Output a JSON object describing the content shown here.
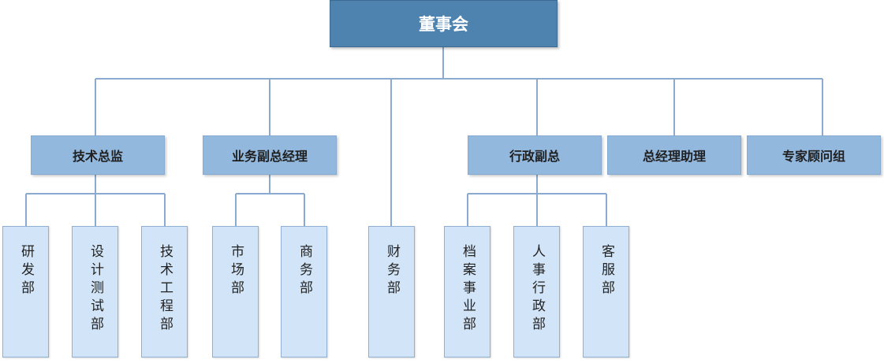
{
  "root": {
    "label": "董事会"
  },
  "level1": [
    {
      "label": "技术总监"
    },
    {
      "label": "业务副总经理"
    },
    {
      "label": "行政副总"
    },
    {
      "label": "总经理助理"
    },
    {
      "label": "专家顾问组"
    }
  ],
  "departments": [
    {
      "label": "研发部"
    },
    {
      "label": "设计测试部"
    },
    {
      "label": "技术工程部"
    },
    {
      "label": "市场部"
    },
    {
      "label": "商务部"
    },
    {
      "label": "财务部"
    },
    {
      "label": "档案事业部"
    },
    {
      "label": "人事行政部"
    },
    {
      "label": "客服部"
    }
  ],
  "colors": {
    "root": "#4e83b0",
    "mid": "#93b8de",
    "leaf": "#d2e5f8",
    "line": "#8aabcf"
  }
}
